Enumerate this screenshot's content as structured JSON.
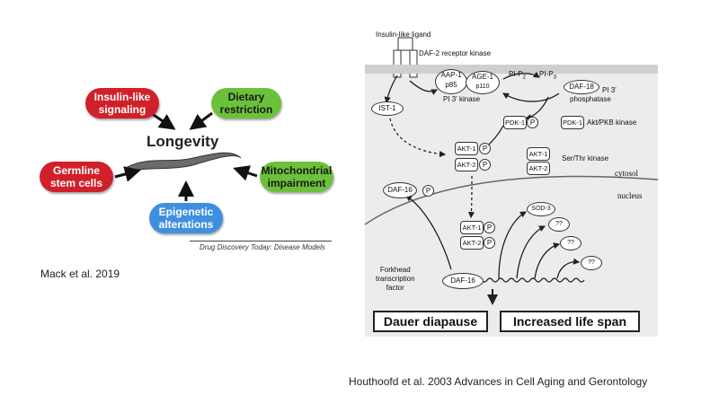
{
  "left_figure": {
    "center_label": "Longevity",
    "factors": {
      "insulin": "Insulin-like signaling",
      "dietary": "Dietary restriction",
      "germline": "Germline stem cells",
      "mito": "Mitochondrial impairment",
      "epigenetic": "Epigenetic alterations"
    },
    "journal": "Drug Discovery Today: Disease Models",
    "colors": {
      "red": "#d0202a",
      "green": "#6cc13a",
      "blue": "#3f8fe0"
    }
  },
  "citation_left": "Mack et al. 2019",
  "right_figure": {
    "ligand": "Insulin-like ligand",
    "receptor": "DAF-2 receptor kinase",
    "aap1_a": "AAP-1",
    "aap1_b": "p85",
    "age1_a": "AGE-1",
    "age1_b": "p110",
    "pi3k": "PI 3' kinase",
    "pip2": "PI-P",
    "pip2_sub": "2",
    "pip3": "PI-P",
    "pip3_sub": "3",
    "daf18": "DAF-18",
    "phosphatase_a": "PI 3'",
    "phosphatase_b": "phosphatase",
    "ist1": "IST-1",
    "pdk1": "PDK-1",
    "pdk1_right": "PDK-1",
    "akt_pkb": "Akt/PKB kinase",
    "akt1": "AKT-1",
    "akt2": "AKT-2",
    "akt1_b": "AKT-1",
    "akt2_b": "AKT-2",
    "serthr": "Ser/Thr kinase",
    "cytosol": "cytosol",
    "nucleus": "nucleus",
    "daf16_top": "DAF-16",
    "akt1_n": "AKT-1",
    "akt2_n": "AKT-2",
    "sod3": "SOD-3",
    "q1": "??",
    "q2": "??",
    "q3": "??",
    "daf16_n": "DAF-16",
    "p": "P",
    "forkhead_a": "Forkhead",
    "forkhead_b": "transcription",
    "forkhead_c": "factor",
    "dauer": "Dauer diapause",
    "lifespan": "Increased life span"
  },
  "citation_right": "Houthoofd et al. 2003 Advances in Cell Aging and Gerontology"
}
